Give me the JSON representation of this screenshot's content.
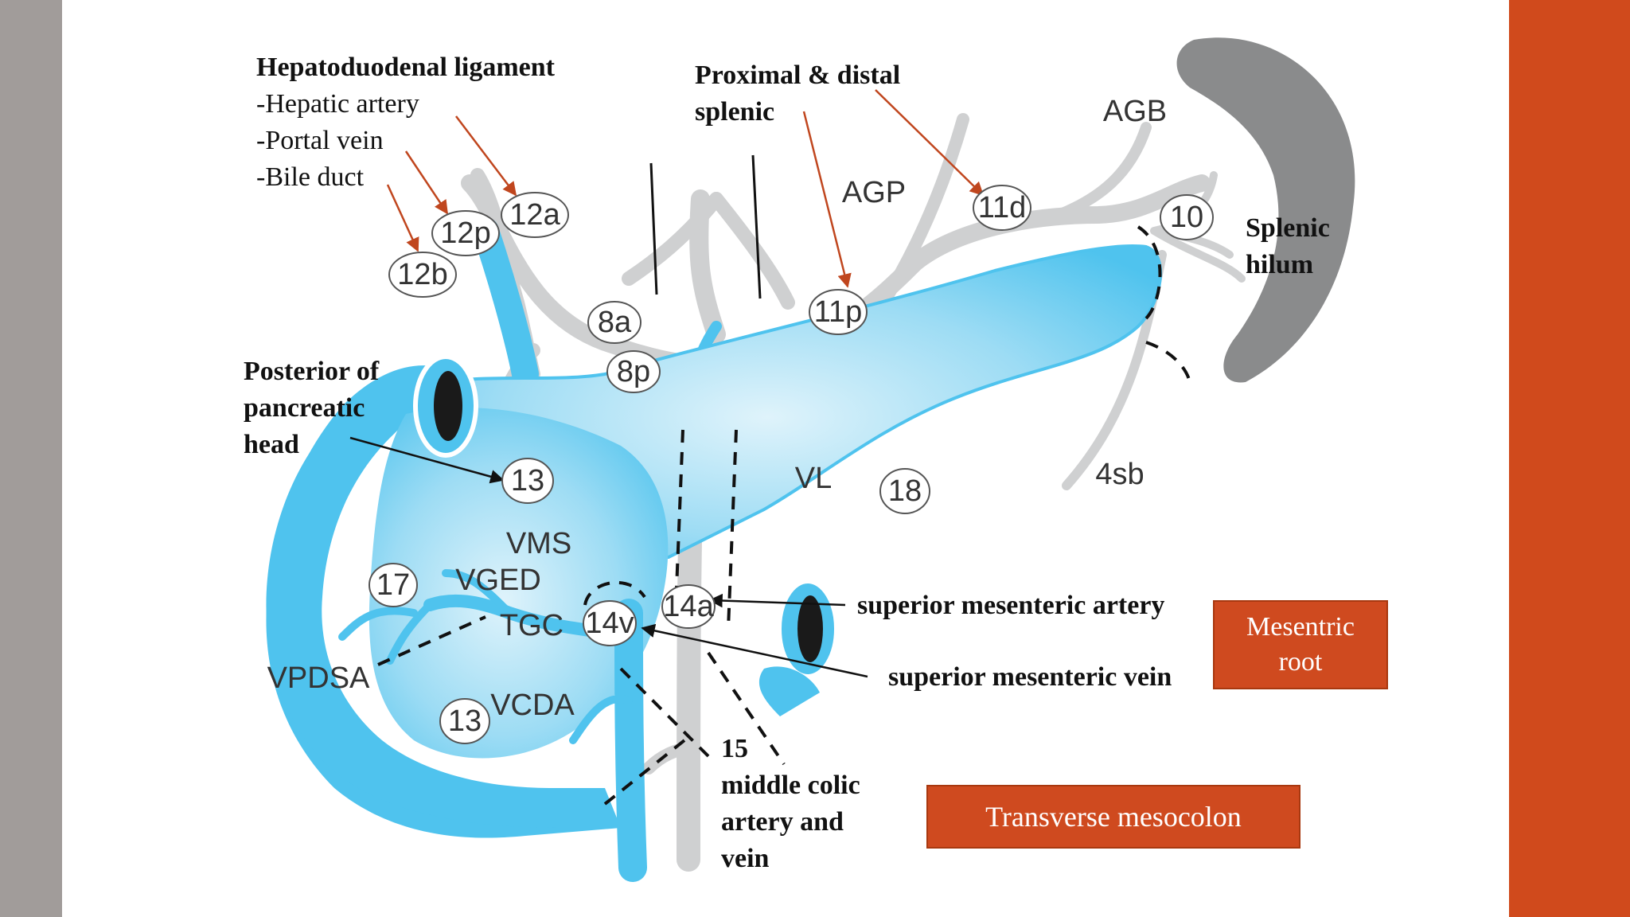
{
  "colors": {
    "left_bar": "#a19c9a",
    "right_bar": "#d04a1c",
    "pancreas": "#4fc3ee",
    "vessels": "#cfd0d1",
    "spleen": "#8a8b8c",
    "arrow_red": "#c0461e",
    "box_fill": "#cf4a1f"
  },
  "annotations": {
    "hepatoduodenal": {
      "title": "Hepatoduodenal ligament",
      "items": [
        "-Hepatic artery",
        "-Portal vein",
        "-Bile duct"
      ]
    },
    "splenic": {
      "line1": "Proximal & distal",
      "line2": "splenic"
    },
    "splenic_hilum": {
      "line1": "Splenic",
      "line2": "hilum"
    },
    "posterior": {
      "line1": "Posterior of",
      "line2": "pancreatic",
      "line3": "head"
    },
    "sma": "superior mesenteric artery",
    "smv": "superior mesenteric vein",
    "middle_colic": {
      "line1": "15",
      "line2": "middle colic",
      "line3": "artery and",
      "line4": "vein"
    }
  },
  "boxes": {
    "mesentric_root": {
      "line1": "Mesentric",
      "line2": "root"
    },
    "transverse": "Transverse mesocolon"
  },
  "nodes": {
    "n12a": "12a",
    "n12p": "12p",
    "n12b": "12b",
    "n8a": "8a",
    "n8p": "8p",
    "n11p": "11p",
    "n11d": "11d",
    "n10": "10",
    "n13_upper": "13",
    "n18": "18",
    "n17": "17",
    "n14a": "14a",
    "n14v": "14v",
    "n13_lower": "13"
  },
  "structures": {
    "agb": "AGB",
    "agp": "AGP",
    "vl": "VL",
    "sb4": "4sb",
    "vms": "VMS",
    "vged": "VGED",
    "tgc": "TGC",
    "vpdsa": "VPDSA",
    "vcda": "VCDA"
  }
}
